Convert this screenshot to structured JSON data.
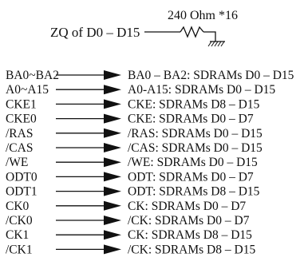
{
  "zq_note": {
    "label": "ZQ of D0 – D15",
    "resistor_label": "240 Ohm *16"
  },
  "signals": [
    {
      "name": "BA0~BA2",
      "target": "BA0 – BA2: SDRAMs D0 – D15"
    },
    {
      "name": "A0~A15",
      "target": "A0-A15: SDRAMs D0 – D15"
    },
    {
      "name": "CKE1",
      "target": "CKE: SDRAMs D8 – D15"
    },
    {
      "name": "CKE0",
      "target": "CKE: SDRAMs D0 – D7"
    },
    {
      "name": "/RAS",
      "target": "/RAS: SDRAMs D0 – D15"
    },
    {
      "name": "/CAS",
      "target": "/CAS: SDRAMs D0 – D15"
    },
    {
      "name": "/WE",
      "target": "/WE: SDRAMs D0 – D15"
    },
    {
      "name": "ODT0",
      "target": "ODT: SDRAMs D0 – D7"
    },
    {
      "name": "ODT1",
      "target": "ODT: SDRAMs D8 – D15"
    },
    {
      "name": "CK0",
      "target": "CK: SDRAMs D0 – D7"
    },
    {
      "name": "/CK0",
      "target": "/CK: SDRAMs D0 – D7"
    },
    {
      "name": "CK1",
      "target": "CK: SDRAMs D8 – D15"
    },
    {
      "name": "/CK1",
      "target": "/CK: SDRAMs D8 – D15"
    }
  ]
}
